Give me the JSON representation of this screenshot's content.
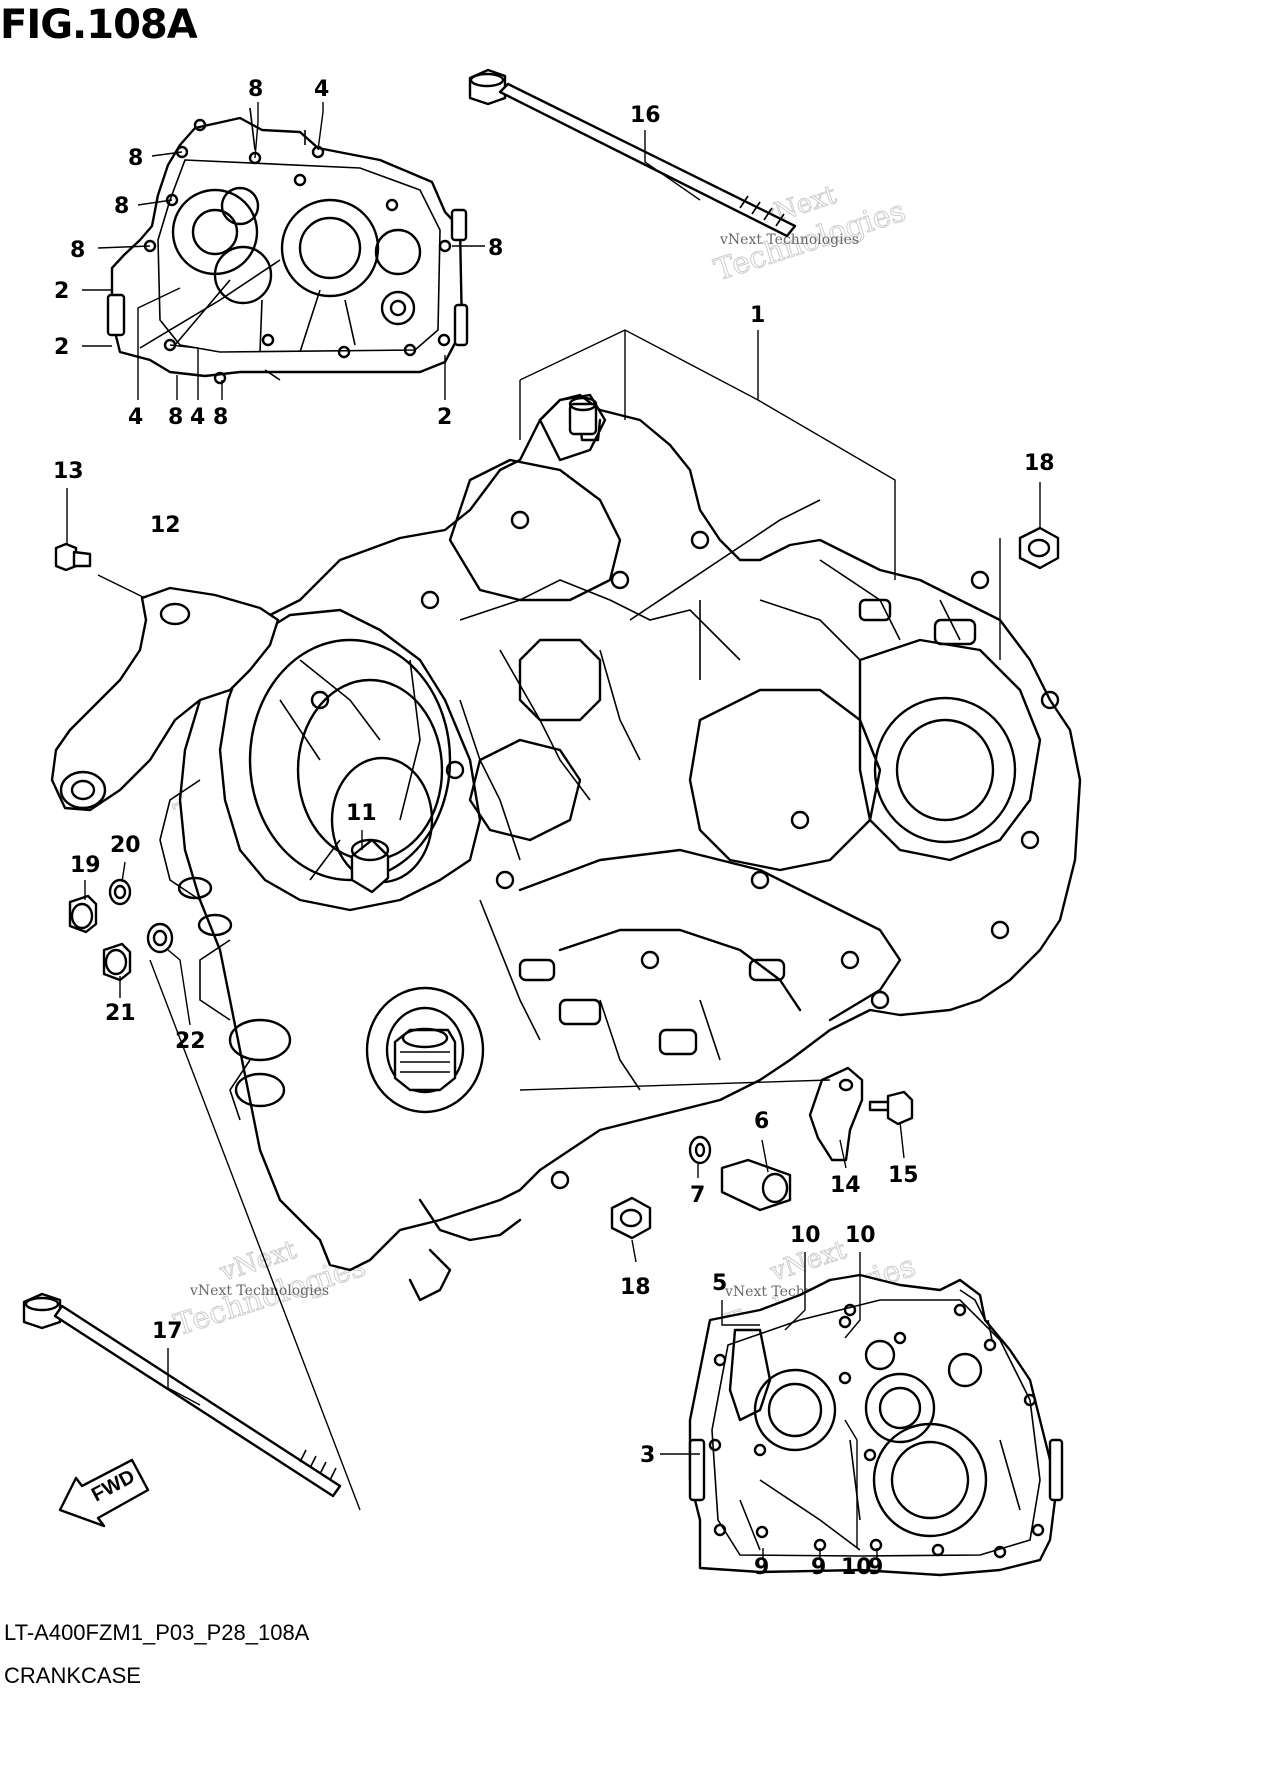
{
  "figure": {
    "title": "FIG.108A",
    "code": "LT-A400FZM1_P03_P28_108A",
    "name": "CRANKCASE"
  },
  "watermark": {
    "brand_top": "vNext",
    "brand_bottom": "Technologies",
    "inline": "vNext Technologies"
  },
  "direction_badge": "FWD",
  "callouts": [
    {
      "id": "c-8a",
      "label": "8"
    },
    {
      "id": "c-4a",
      "label": "4"
    },
    {
      "id": "c-8b",
      "label": "8"
    },
    {
      "id": "c-8c",
      "label": "8"
    },
    {
      "id": "c-8d",
      "label": "8"
    },
    {
      "id": "c-8e",
      "label": "8"
    },
    {
      "id": "c-2a",
      "label": "2"
    },
    {
      "id": "c-2b",
      "label": "2"
    },
    {
      "id": "c-4b",
      "label": "4"
    },
    {
      "id": "c-8f",
      "label": "8"
    },
    {
      "id": "c-4c",
      "label": "4"
    },
    {
      "id": "c-8g",
      "label": "8"
    },
    {
      "id": "c-2c",
      "label": "2"
    },
    {
      "id": "c-16",
      "label": "16"
    },
    {
      "id": "c-1",
      "label": "1"
    },
    {
      "id": "c-13",
      "label": "13"
    },
    {
      "id": "c-12",
      "label": "12"
    },
    {
      "id": "c-18a",
      "label": "18"
    },
    {
      "id": "c-11",
      "label": "11"
    },
    {
      "id": "c-20",
      "label": "20"
    },
    {
      "id": "c-19",
      "label": "19"
    },
    {
      "id": "c-21",
      "label": "21"
    },
    {
      "id": "c-22",
      "label": "22"
    },
    {
      "id": "c-6",
      "label": "6"
    },
    {
      "id": "c-7",
      "label": "7"
    },
    {
      "id": "c-14",
      "label": "14"
    },
    {
      "id": "c-15",
      "label": "15"
    },
    {
      "id": "c-18b",
      "label": "18"
    },
    {
      "id": "c-10a",
      "label": "10"
    },
    {
      "id": "c-10b",
      "label": "10"
    },
    {
      "id": "c-5",
      "label": "5"
    },
    {
      "id": "c-17",
      "label": "17"
    },
    {
      "id": "c-3",
      "label": "3"
    },
    {
      "id": "c-9a",
      "label": "9"
    },
    {
      "id": "c-9b",
      "label": "9"
    },
    {
      "id": "c-10c",
      "label": "10"
    },
    {
      "id": "c-9c",
      "label": "9"
    }
  ]
}
